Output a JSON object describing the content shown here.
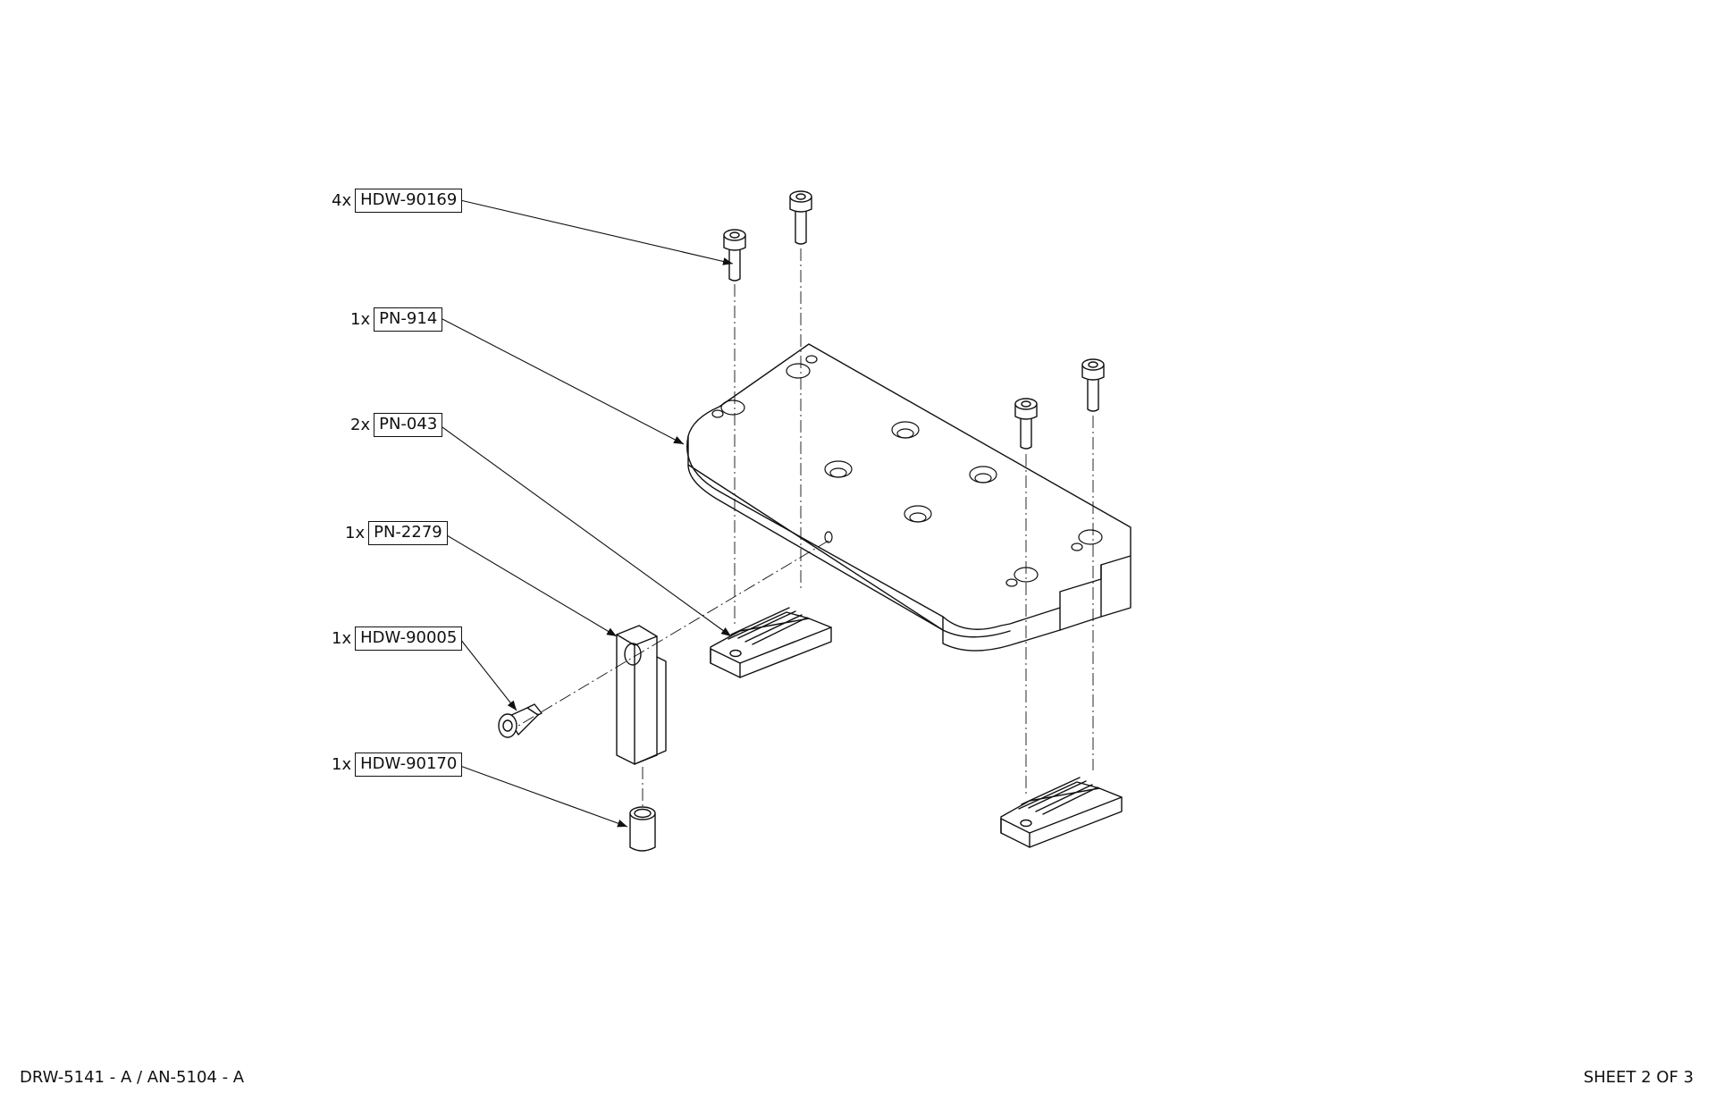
{
  "callouts": [
    {
      "qty": "4x",
      "part": "HDW-90169"
    },
    {
      "qty": "1x",
      "part": "PN-914"
    },
    {
      "qty": "2x",
      "part": "PN-043"
    },
    {
      "qty": "1x",
      "part": "PN-2279"
    },
    {
      "qty": "1x",
      "part": "HDW-90005"
    },
    {
      "qty": "1x",
      "part": "HDW-90170"
    }
  ],
  "footer": {
    "drawing_ref": "DRW-5141 - A / AN-5104 - A",
    "sheet": "SHEET 2 OF 3"
  }
}
